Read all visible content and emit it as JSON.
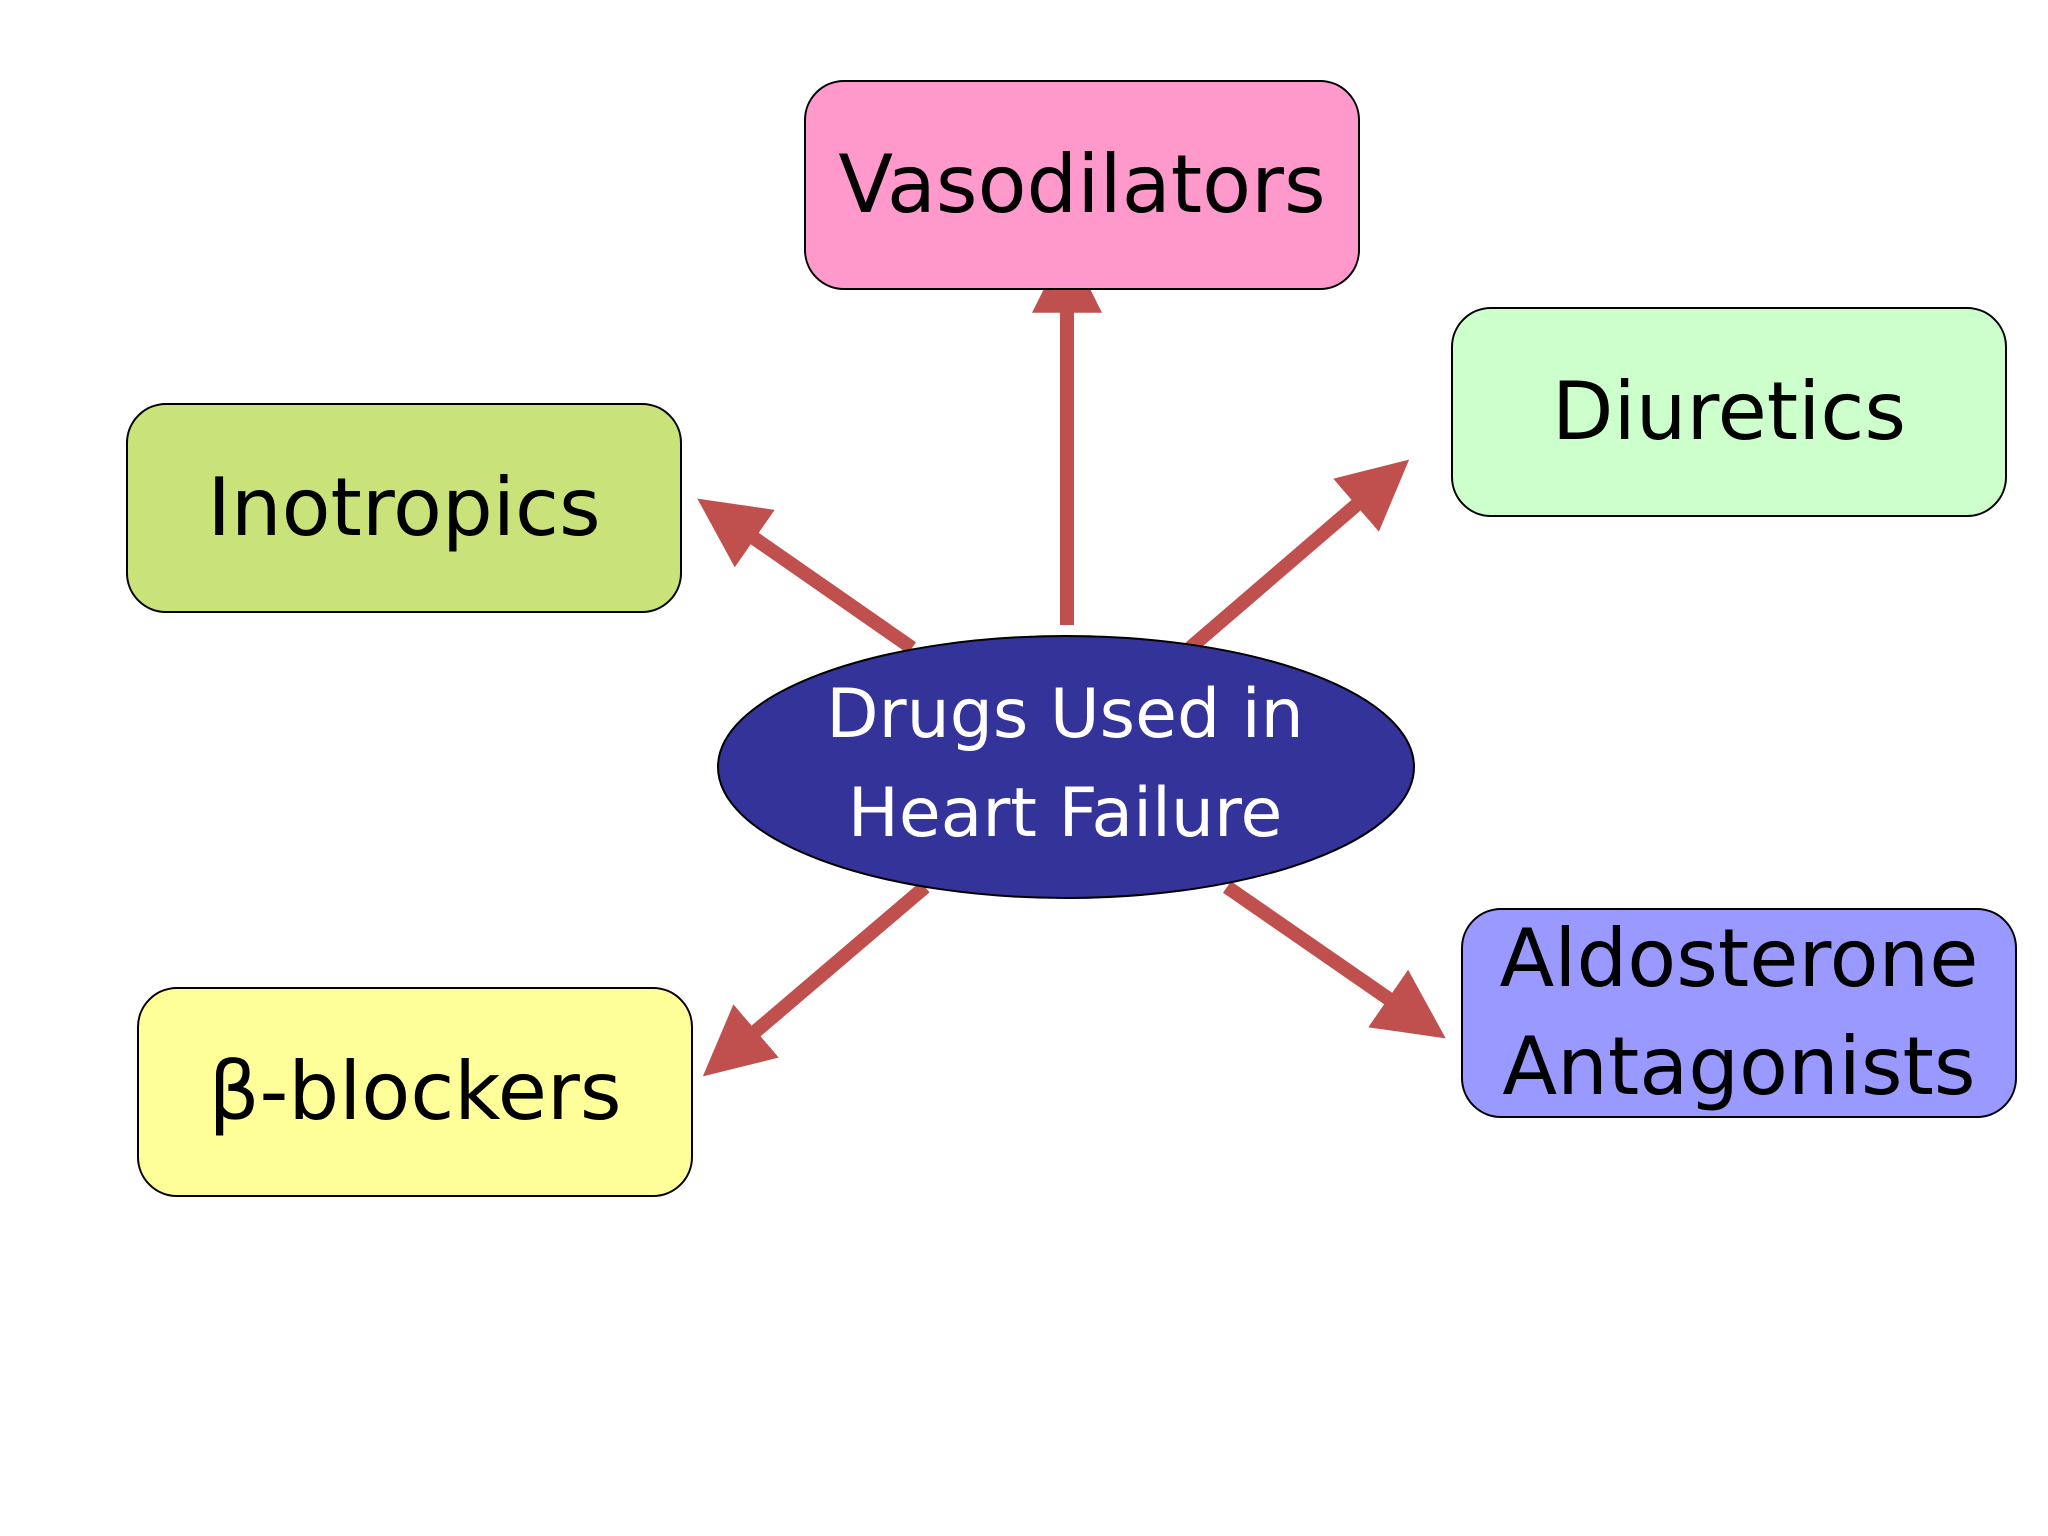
{
  "center": {
    "line1": "Drugs Used in",
    "line2": "Heart Failure",
    "fill": "#333399"
  },
  "nodes": {
    "vasodilators": {
      "label": "Vasodilators",
      "fill": "#ff99cc"
    },
    "diuretics": {
      "label": "Diuretics",
      "fill": "#ccffcc"
    },
    "inotropics": {
      "label": "Inotropics",
      "fill": "#c9e27a"
    },
    "beta_blockers": {
      "label": "β-blockers",
      "fill": "#ffff99"
    },
    "aldosterone": {
      "line1": "Aldosterone",
      "line2": "Antagonists",
      "fill": "#9999ff"
    }
  },
  "arrow_color": "#c0504d"
}
